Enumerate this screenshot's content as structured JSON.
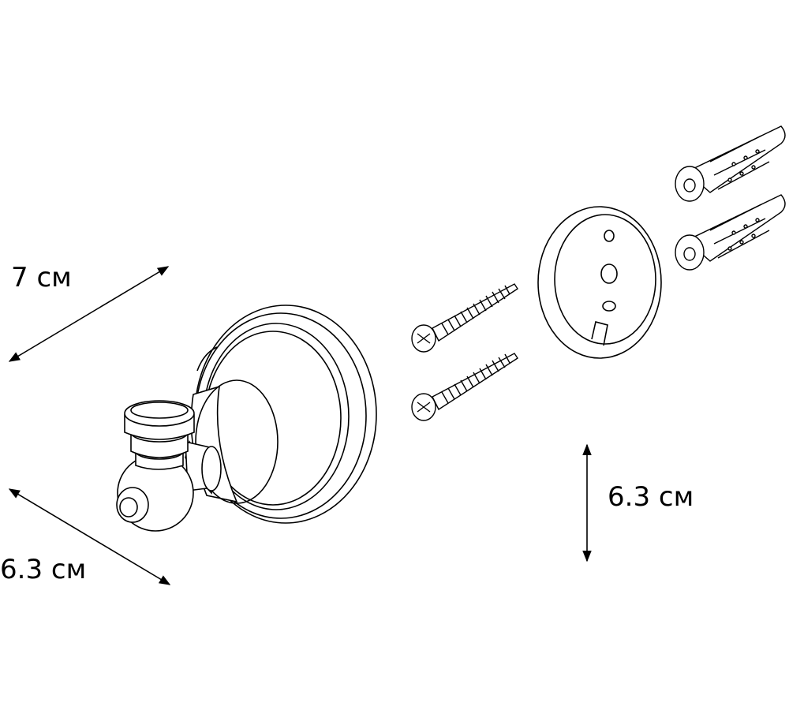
{
  "dimensions": {
    "width": "7 см",
    "depth": "6.3 см",
    "height": "6.3 см"
  },
  "colors": {
    "line": "#000000",
    "background": "#ffffff"
  }
}
